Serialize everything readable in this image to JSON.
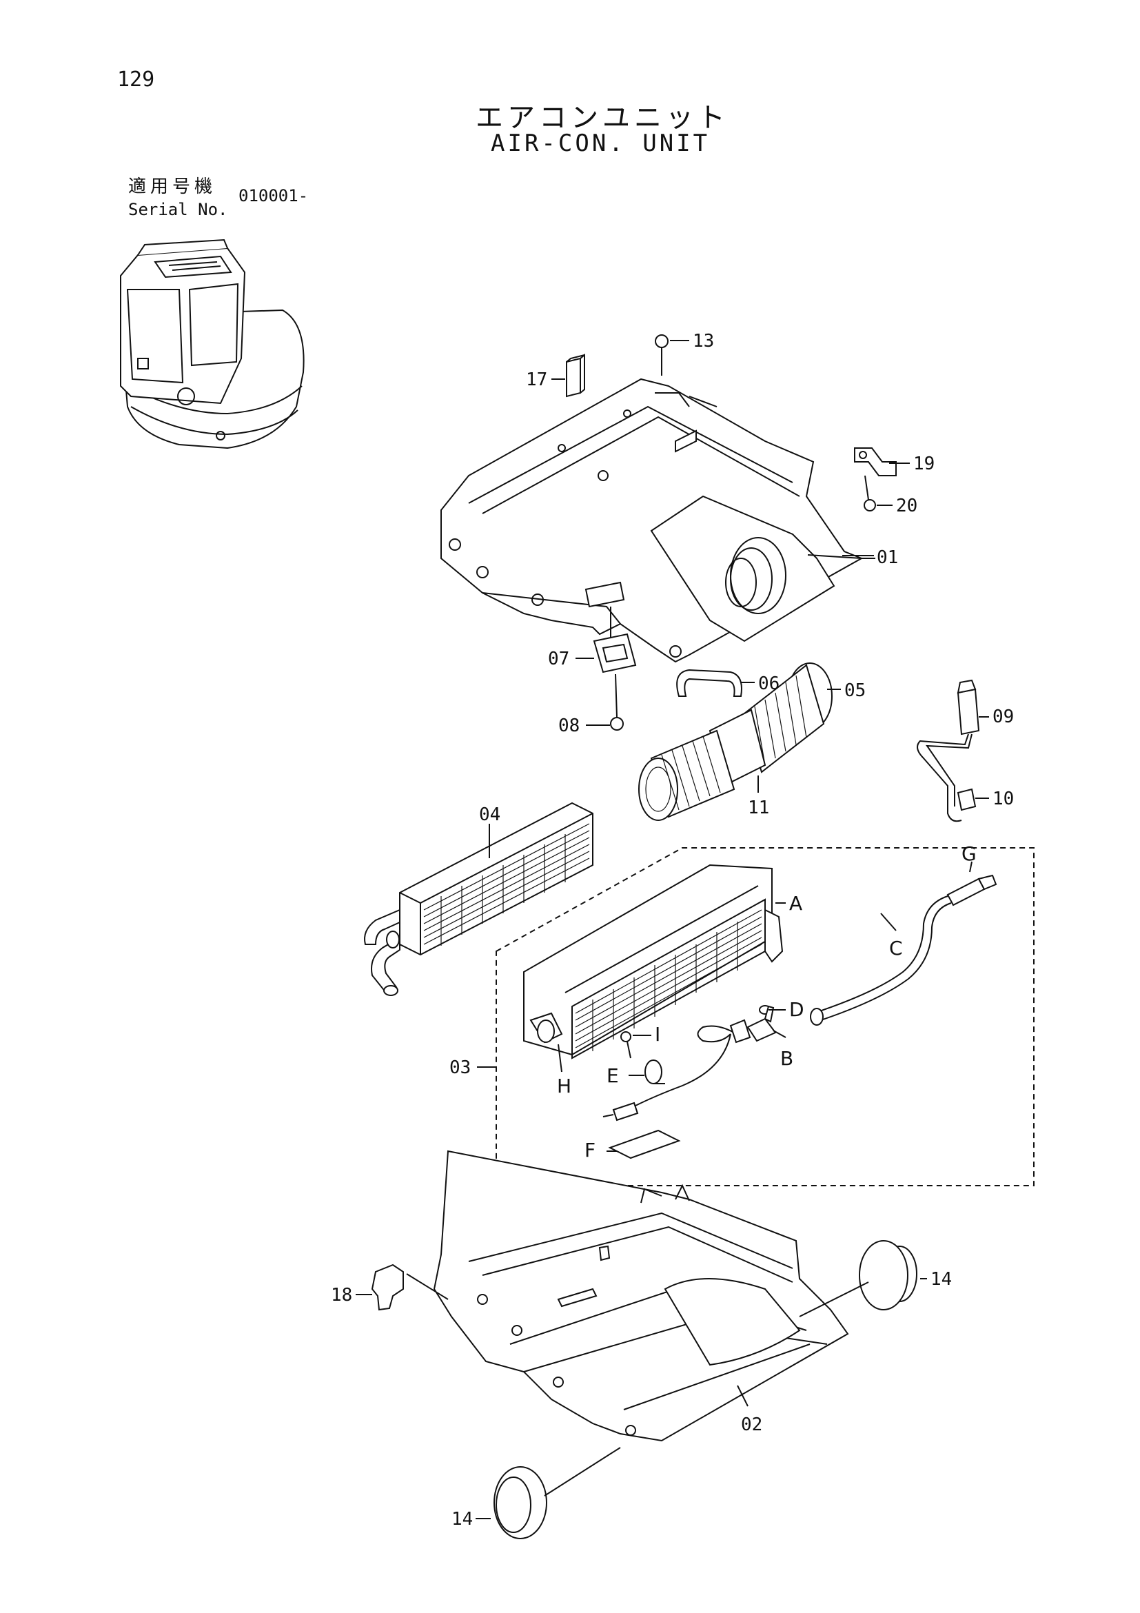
{
  "page_number": "129",
  "title_jp": "エアコンユニット",
  "title_en": "AIR-CON. UNIT",
  "serial_label_jp": "適用号機",
  "serial_label_en": "Serial No.",
  "serial_value": "010001-",
  "callouts": {
    "p01": "01",
    "p02": "02",
    "p03": "03",
    "p04": "04",
    "p05": "05",
    "p06": "06",
    "p07": "07",
    "p08": "08",
    "p09": "09",
    "p10": "10",
    "p11": "11",
    "p13": "13",
    "p14a": "14",
    "p14b": "14",
    "p17": "17",
    "p18": "18",
    "p19": "19",
    "p20": "20",
    "A": "A",
    "B": "B",
    "C": "C",
    "D": "D",
    "E": "E",
    "F": "F",
    "G": "G",
    "H": "H",
    "I": "I"
  }
}
